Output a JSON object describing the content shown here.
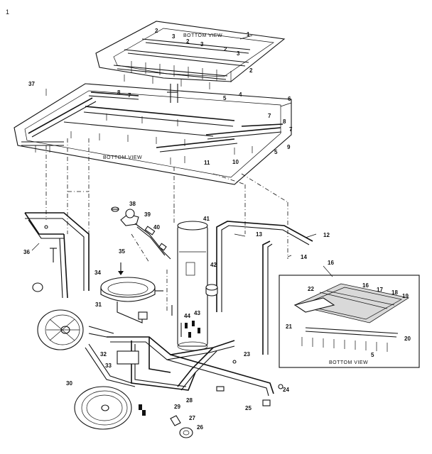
{
  "page_mark": "1",
  "captions": {
    "bottom_view_top": "BOTTOM VIEW",
    "bottom_view_mid": "BOTTOM VIEW",
    "bottom_view_inset": "BOTTOM VIEW"
  },
  "callouts": {
    "c1": "1",
    "c2a": "2",
    "c3a": "3",
    "c2b": "2",
    "c3b": "3",
    "c2c": "2",
    "c3c": "3",
    "c2d": "2",
    "c4": "4",
    "c5a": "5",
    "c6": "6",
    "c7a": "7",
    "c8a": "8",
    "c7b": "7",
    "c8b": "8",
    "c7c": "7",
    "c9": "9",
    "c5b": "5",
    "c10": "10",
    "c11": "11",
    "c37": "37",
    "c38": "38",
    "c39": "39",
    "c40": "40",
    "c41": "41",
    "c13": "13",
    "c12": "12",
    "c14": "14",
    "c36": "36",
    "c35": "35",
    "c42": "42",
    "c34": "34",
    "c31": "31",
    "c44": "44",
    "c43": "43",
    "c16a": "16",
    "c22": "22",
    "c16b": "16",
    "c17": "17",
    "c18": "18",
    "c19": "19",
    "c21": "21",
    "c20": "20",
    "c5c": "5",
    "c32": "32",
    "c33": "33",
    "c23": "23",
    "c30": "30",
    "c29": "29",
    "c28": "28",
    "c24": "24",
    "c25": "25",
    "c27": "27",
    "c26": "26"
  }
}
